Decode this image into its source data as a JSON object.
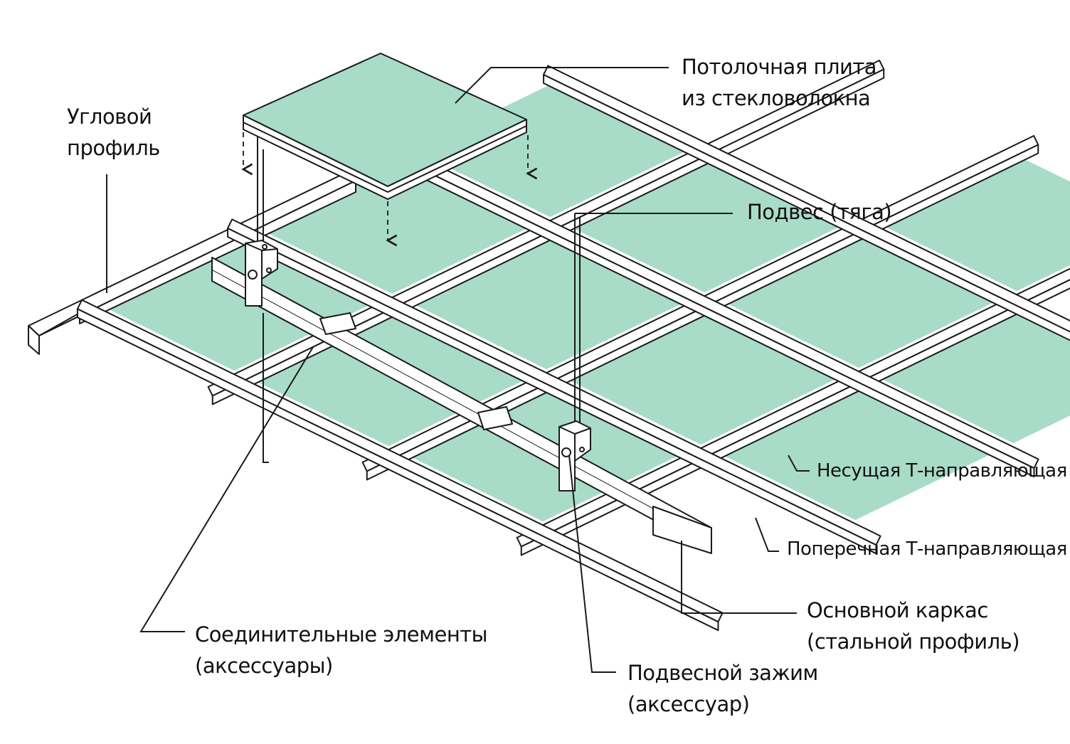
{
  "colors": {
    "panel": "#a8dcc8",
    "line": "#1a1a1a",
    "background": "#ffffff"
  },
  "labels": {
    "ceiling_tile": {
      "line1": "Потолочная плита",
      "line2": "из стекловолокна"
    },
    "corner_profile": {
      "line1": "Угловой",
      "line2": "профиль"
    },
    "hanger": {
      "line1": "Подвес (тяга)"
    },
    "main_tee": {
      "line1": "Несущая Т-направляющая"
    },
    "cross_tee": {
      "line1": "Поперечная Т-направляющая"
    },
    "main_frame": {
      "line1": "Основной каркас",
      "line2": "(стальной профиль)"
    },
    "connectors": {
      "line1": "Соединительные элементы",
      "line2": "(аксессуары)"
    },
    "hanger_clip": {
      "line1": "Подвесной зажим",
      "line2": "(аксессуар)"
    }
  }
}
